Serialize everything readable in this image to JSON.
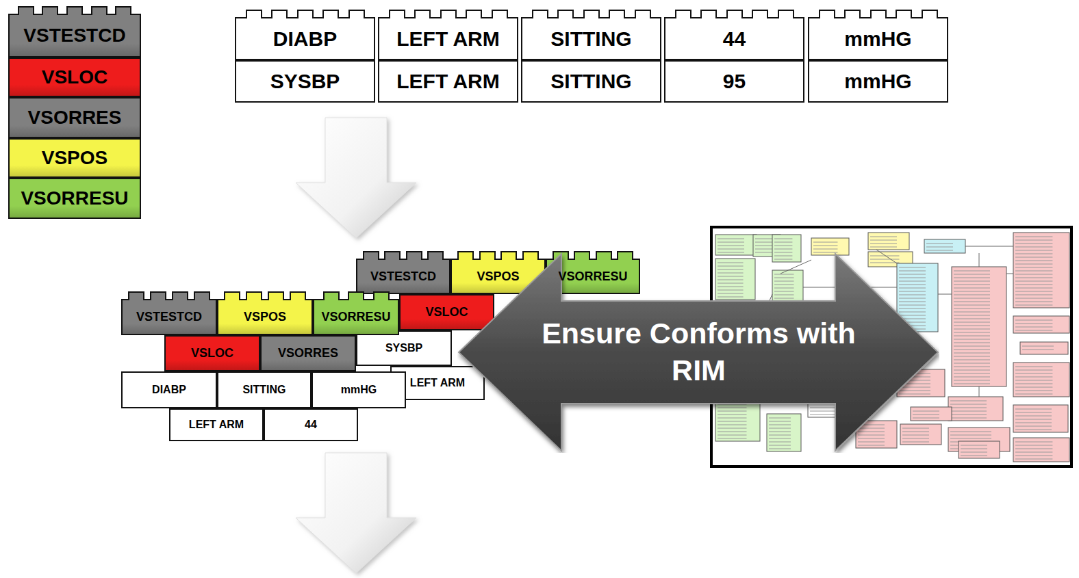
{
  "diagram": {
    "nodes": [
      {
        "text": [
          "VSTESTCD"
        ]
      },
      {
        "text": [
          "VSLOC"
        ]
      },
      {
        "text": [
          "VSORRES"
        ]
      },
      {
        "text": [
          "VSPOS"
        ]
      },
      {
        "text": [
          "VSORRESU"
        ]
      },
      {
        "text": [
          "DIABP"
        ]
      },
      {
        "text": [
          "LEFT ARM"
        ]
      },
      {
        "text": [
          "SITTING"
        ]
      },
      {
        "text": [
          "44"
        ]
      },
      {
        "text": [
          "mmHG"
        ]
      },
      {
        "text": [
          "SYSBP"
        ]
      },
      {
        "text": [
          "LEFT ARM"
        ]
      },
      {
        "text": [
          "SITTING"
        ]
      },
      {
        "text": [
          "95"
        ]
      },
      {
        "text": [
          "mmHG"
        ]
      },
      {
        "text": [
          "VSTESTCD"
        ]
      },
      {
        "text": [
          "VSPOS"
        ]
      },
      {
        "text": [
          "VSORRESU"
        ]
      },
      {
        "text": [
          "VSLOC"
        ]
      },
      {
        "text": [
          "SYSBP"
        ]
      },
      {
        "text": [
          "LEFT ARM"
        ]
      },
      {
        "text": [
          "VSTESTCD"
        ]
      },
      {
        "text": [
          "VSPOS"
        ]
      },
      {
        "text": [
          "VSORRESU"
        ]
      },
      {
        "text": [
          "VSLOC"
        ]
      },
      {
        "text": [
          "VSORRES"
        ]
      },
      {
        "text": [
          "DIABP"
        ]
      },
      {
        "text": [
          "SITTING"
        ]
      },
      {
        "text": [
          "mmHG"
        ]
      },
      {
        "text": [
          "LEFT ARM"
        ]
      },
      {
        "text": [
          "44"
        ]
      },
      {
        "text": [
          "Ensure Conforms with RIM"
        ]
      }
    ]
  }
}
